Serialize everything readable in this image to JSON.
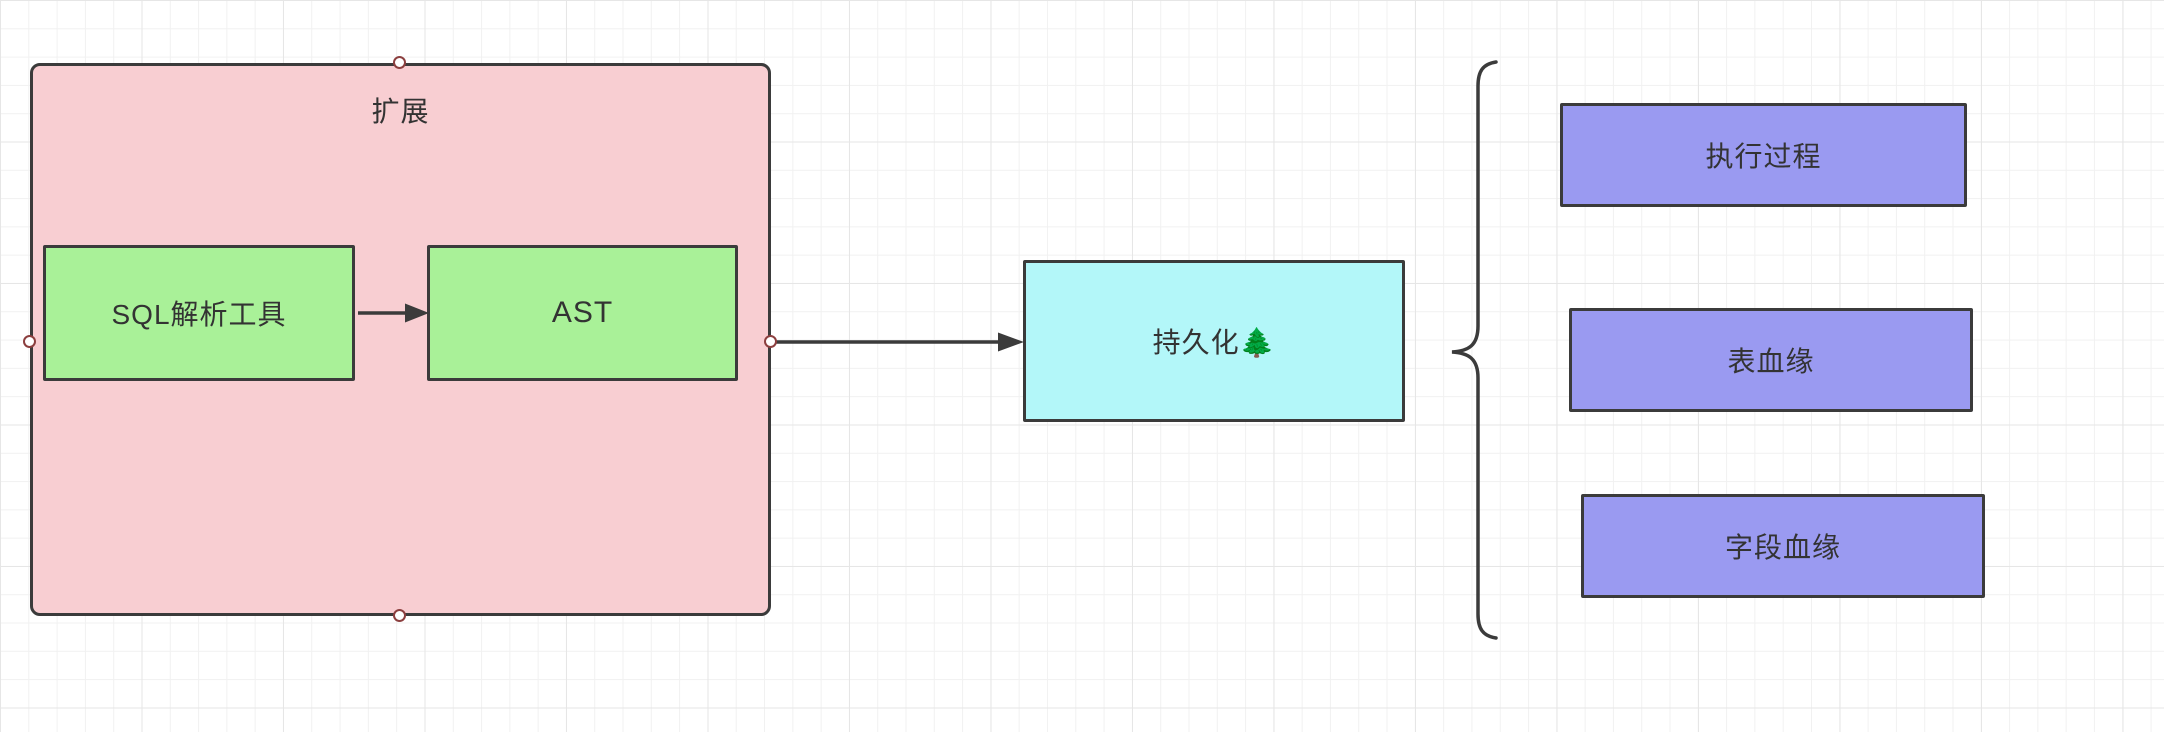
{
  "diagram": {
    "expand_group": {
      "label": "扩展",
      "fill": "#f8ced2"
    },
    "sql_parser": {
      "label": "SQL解析工具",
      "fill": "#a9f198"
    },
    "ast": {
      "label": "AST",
      "fill": "#a9f198"
    },
    "persistence": {
      "label": "持久化🌲",
      "fill": "#b3f7f9"
    },
    "outputs": [
      {
        "label": "执行过程",
        "fill": "#9a9af1"
      },
      {
        "label": "表血缘",
        "fill": "#9a9af1"
      },
      {
        "label": "字段血缘",
        "fill": "#9a9af1"
      }
    ],
    "colors": {
      "border": "#3b3b3b",
      "arrow": "#3b3b3b",
      "text": "#333333",
      "handle_ring": "#8c3f3f",
      "grid_minor": "#f1f1f1",
      "grid_major": "#e6e6e6",
      "background": "#ffffff"
    }
  }
}
